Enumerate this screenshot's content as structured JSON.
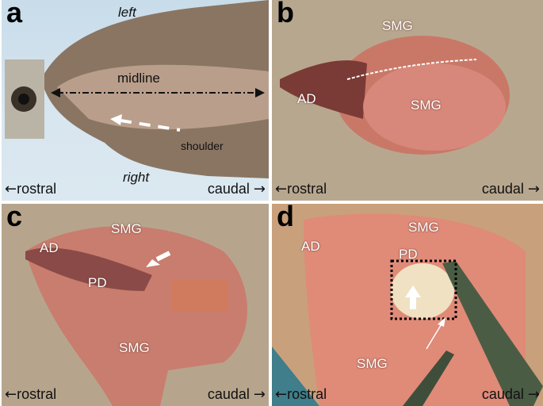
{
  "figure": {
    "panels": [
      {
        "letter": "a",
        "labels": {
          "top": "left",
          "bottom": "right",
          "midline": "midline",
          "shoulder": "shoulder"
        },
        "axis": {
          "left_arrow": "←",
          "left": "rostral",
          "right": "caudal",
          "right_arrow": "→"
        }
      },
      {
        "letter": "b",
        "labels": {
          "smg_top": "SMG",
          "smg_bottom": "SMG",
          "ad": "AD"
        },
        "axis": {
          "left_arrow": "←",
          "left": "rostral",
          "right": "caudal",
          "right_arrow": "→"
        }
      },
      {
        "letter": "c",
        "labels": {
          "smg_top": "SMG",
          "smg_bottom": "SMG",
          "ad": "AD",
          "pd": "PD"
        },
        "axis": {
          "left_arrow": "←",
          "left": "rostral",
          "right": "caudal",
          "right_arrow": "→"
        }
      },
      {
        "letter": "d",
        "labels": {
          "smg_top": "SMG",
          "smg_bottom": "SMG",
          "ad": "AD",
          "pd": "PD"
        },
        "axis": {
          "left_arrow": "←",
          "left": "rostral",
          "right": "caudal",
          "right_arrow": "→"
        }
      }
    ],
    "colors": {
      "tissue": "#d98a7c",
      "fur": "#b8a78f",
      "background_blue": "#cfe0ec",
      "mouse_fur": "#7d6a58"
    }
  }
}
